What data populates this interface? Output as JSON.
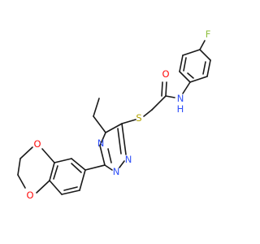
{
  "colors": {
    "bond": "#1a1a1a",
    "oxygen": "#ff0d0d",
    "nitrogen": "#3050f8",
    "sulfur": "#b3a400",
    "fluorine": "#8fbf3f",
    "background": "#ffffff"
  },
  "atom_labels": {
    "F": "F",
    "O_carbonyl": "O",
    "N_amide": "N",
    "H_amide": "H",
    "S": "S",
    "N4": "N",
    "N1": "N",
    "N2": "N",
    "O_ring_top": "O",
    "O_ring_bottom": "O"
  }
}
